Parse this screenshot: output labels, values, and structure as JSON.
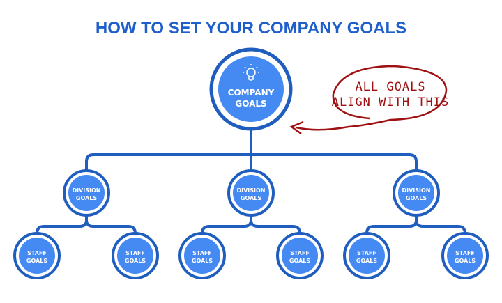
{
  "title": "HOW TO SET YOUR COMPANY GOALS",
  "company": {
    "line1": "COMPANY",
    "line2": "GOALS",
    "icon": "lightbulb-icon"
  },
  "callout": {
    "line1": "ALL GOALS",
    "line2": "ALIGN WITH THIS",
    "color": "#a01010"
  },
  "divisions": [
    {
      "line1": "DIVISION",
      "line2": "GOALS",
      "staff": [
        {
          "line1": "STAFF",
          "line2": "GOALS"
        },
        {
          "line1": "STAFF",
          "line2": "GOALS"
        }
      ]
    },
    {
      "line1": "DIVISION",
      "line2": "GOALS",
      "staff": [
        {
          "line1": "STAFF",
          "line2": "GOALS"
        },
        {
          "line1": "STAFF",
          "line2": "GOALS"
        }
      ]
    },
    {
      "line1": "DIVISION",
      "line2": "GOALS",
      "staff": [
        {
          "line1": "STAFF",
          "line2": "GOALS"
        },
        {
          "line1": "STAFF",
          "line2": "GOALS"
        }
      ]
    }
  ],
  "colors": {
    "ring": "#1f5dbf",
    "fill": "#4589f2",
    "title": "#1f5fcc"
  }
}
